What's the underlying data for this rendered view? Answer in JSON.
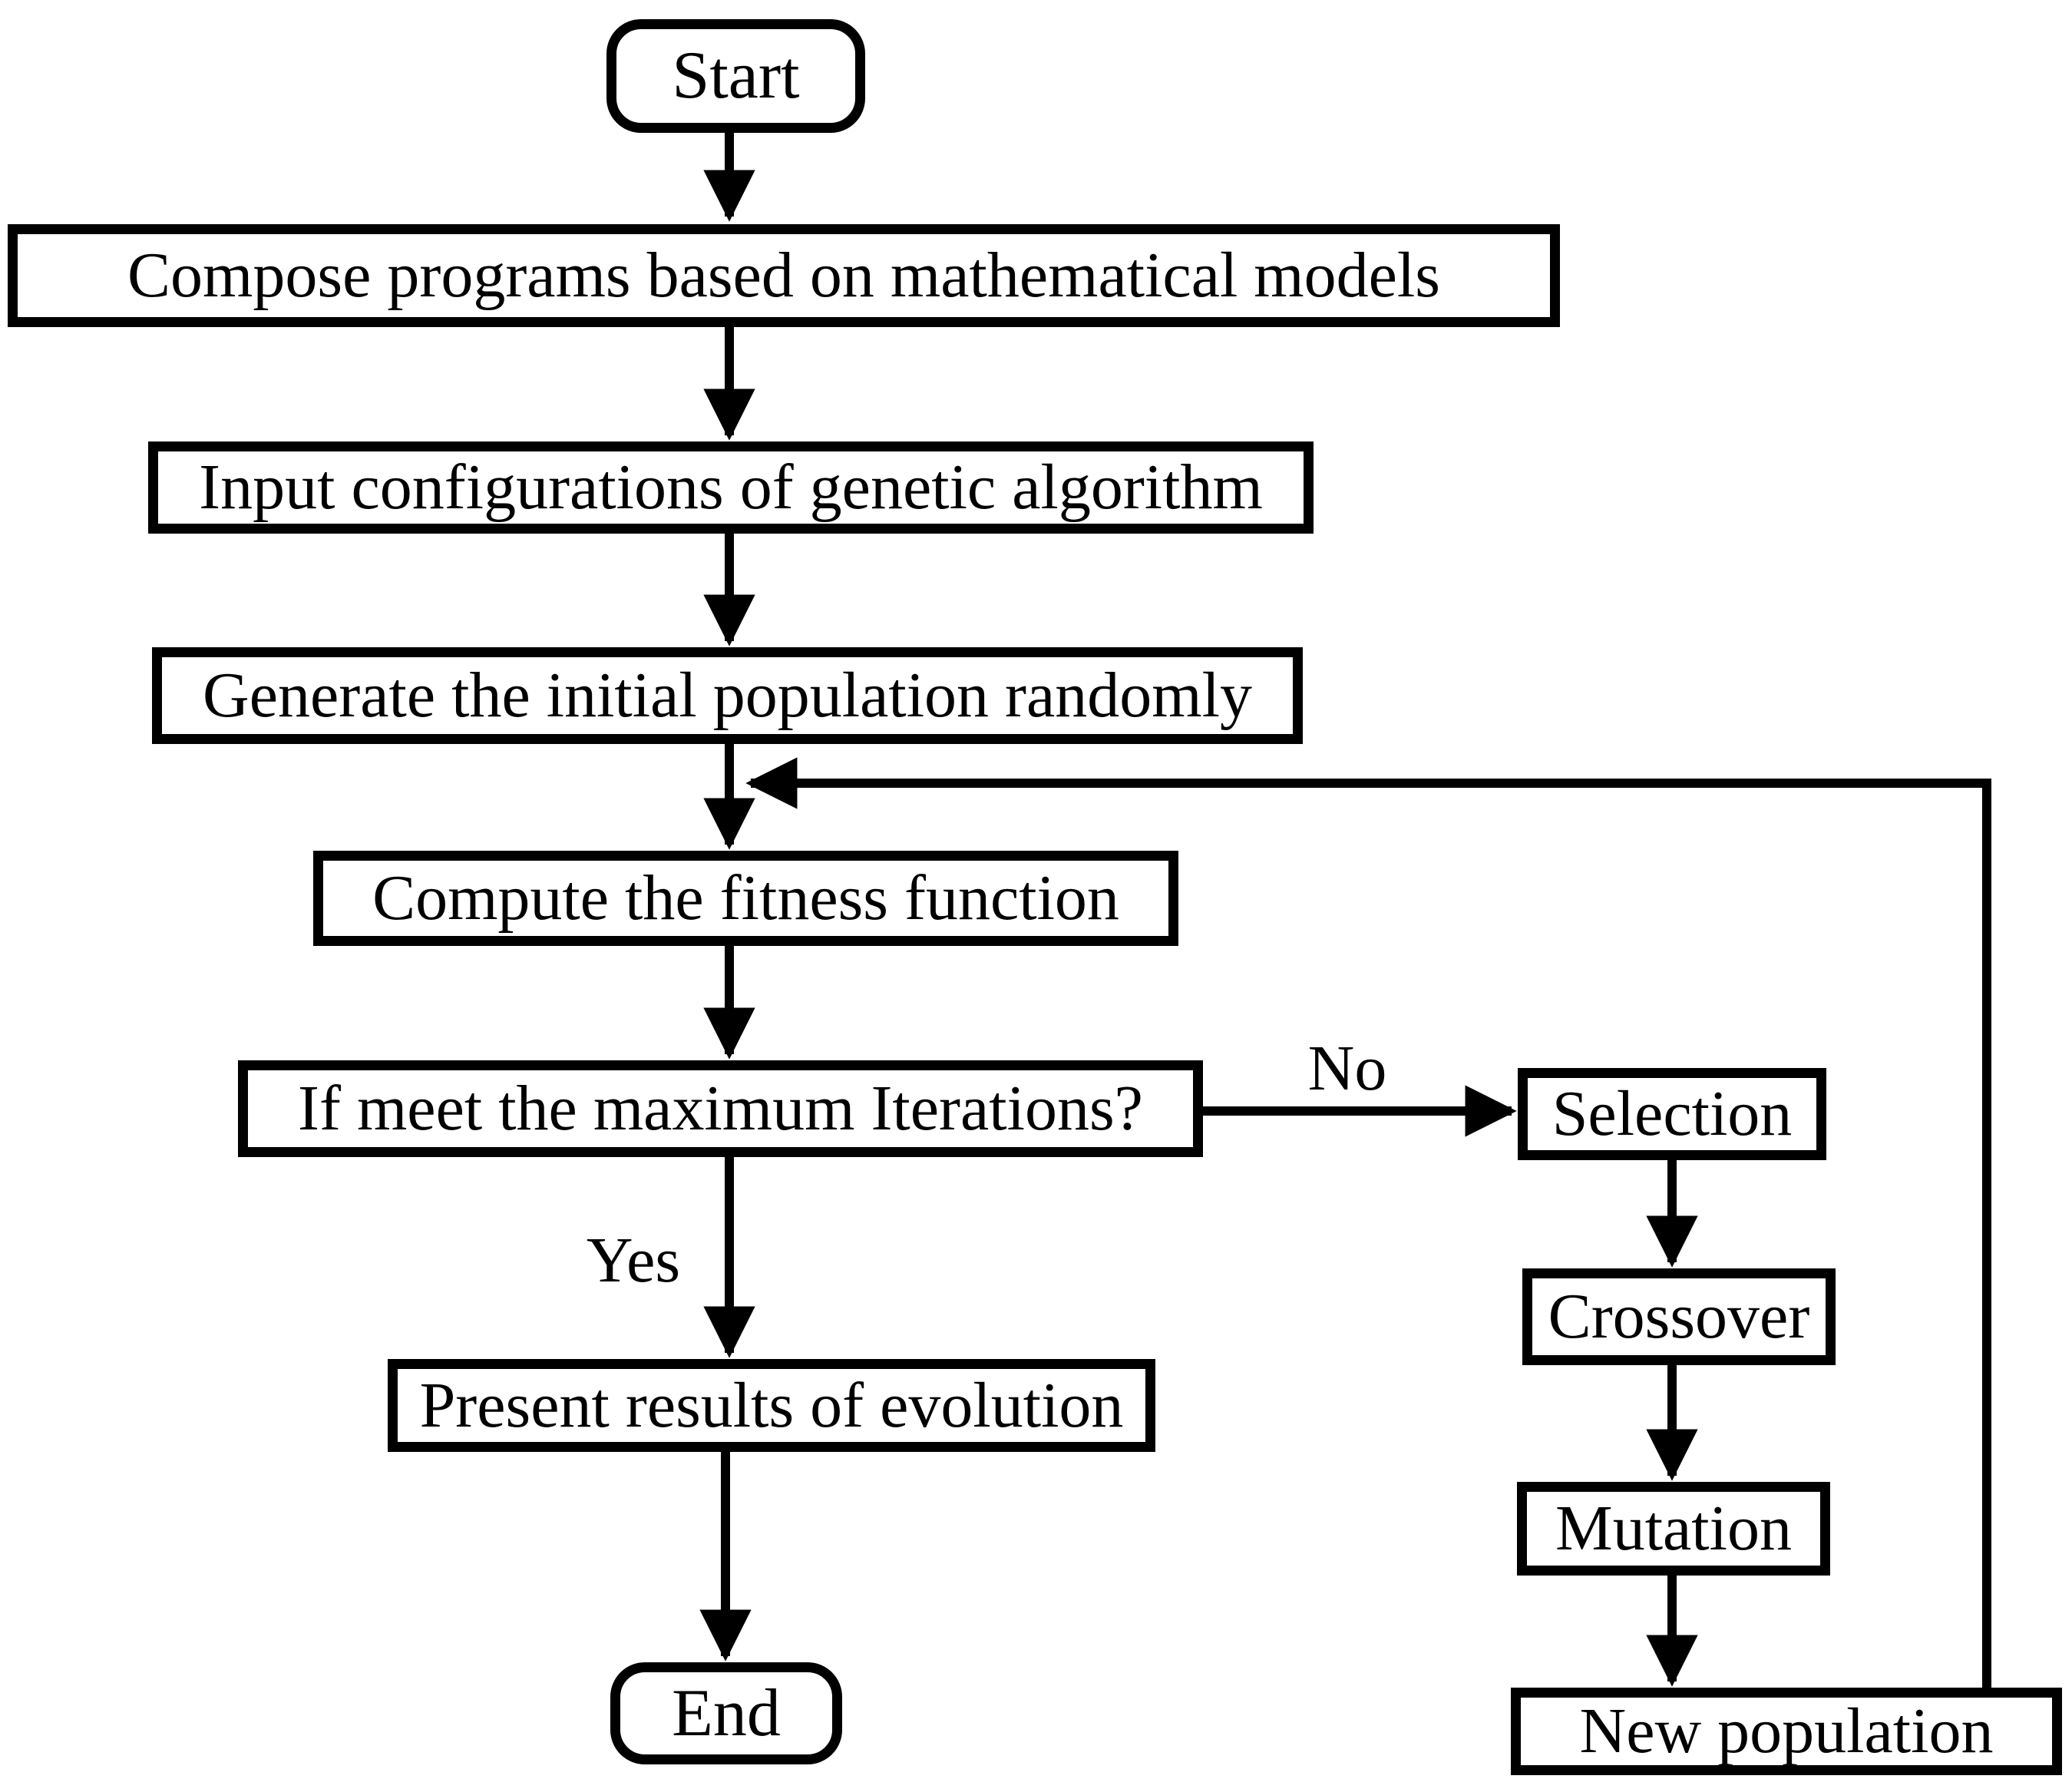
{
  "diagram": {
    "type": "flowchart",
    "colors": {
      "stroke": "#000000",
      "node_fill": "#ffffff",
      "background": "#ffffff",
      "text": "#000000"
    },
    "nodes": {
      "start": {
        "label": "Start",
        "shape": "rounded"
      },
      "compose": {
        "label": "Compose programs based on mathematical models",
        "shape": "rect"
      },
      "input": {
        "label": "Input configurations of genetic algorithm",
        "shape": "rect"
      },
      "generate": {
        "label": "Generate the initial population randomly",
        "shape": "rect"
      },
      "compute": {
        "label": "Compute the fitness function",
        "shape": "rect"
      },
      "decision": {
        "label": "If meet the maximum Iterations?",
        "shape": "rect"
      },
      "present": {
        "label": "Present results of evolution",
        "shape": "rect"
      },
      "end": {
        "label": "End",
        "shape": "rounded"
      },
      "selection": {
        "label": "Selection",
        "shape": "rect"
      },
      "crossover": {
        "label": "Crossover",
        "shape": "rect"
      },
      "mutation": {
        "label": "Mutation",
        "shape": "rect"
      },
      "new_population": {
        "label": "New population",
        "shape": "rect"
      }
    },
    "edge_labels": {
      "yes": "Yes",
      "no": "No"
    },
    "edges": [
      "start -> compose",
      "compose -> input",
      "input -> generate",
      "generate -> compute",
      "compute -> decision",
      "decision -> present (Yes)",
      "present -> end",
      "decision -> selection (No)",
      "selection -> crossover",
      "crossover -> mutation",
      "mutation -> new_population",
      "new_population -> compute (feedback loop)"
    ]
  }
}
